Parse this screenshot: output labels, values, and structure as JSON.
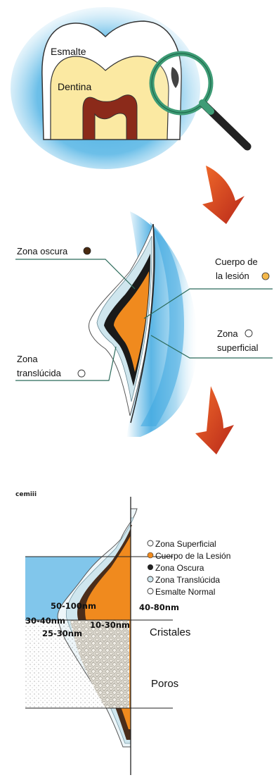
{
  "panel1": {
    "enamel_label": "Esmalte",
    "dentin_label": "Dentina"
  },
  "panel2": {
    "dark_zone_label": "Zona oscura",
    "lesion_body_label_line1": "Cuerpo de",
    "lesion_body_label_line2": "la lesión",
    "surface_zone_label_line1": "Zona",
    "surface_zone_label_line2": "superficial",
    "translucent_zone_label_line1": "Zona",
    "translucent_zone_label_line2": "translúcida"
  },
  "panel3": {
    "cut_text": "cemiii",
    "legend": [
      {
        "label": "Zona Superficial",
        "color": "#ffffff"
      },
      {
        "label": "Cuerpo de la Lesión",
        "color": "#f08a1e"
      },
      {
        "label": "Zona Oscura",
        "color": "#222222"
      },
      {
        "label": "Zona Translúcida",
        "color": "#cfe6ee"
      },
      {
        "label": "Esmalte Normal",
        "color": "#ffffff"
      }
    ],
    "crystals": {
      "label": "Cristales",
      "size_50_100": "50-100nm",
      "size_40_80": "40-80nm",
      "size_30_40": "30-40nm",
      "size_10_30": "10-30nm",
      "size_25_30": "25-30nm"
    },
    "pores_label": "Poros"
  },
  "colors": {
    "enamel_white": "#ffffff",
    "dentin_yellow": "#fbe9a2",
    "pulp_red": "#8b2a1a",
    "glow_blue": "#3ea8e0",
    "lesion_orange": "#f08a1e",
    "dark_zone": "#1a1a1a",
    "translucent_zone": "#cfe6ee",
    "arrow_red": "#d3401e",
    "lens_green": "#3f9c76"
  }
}
